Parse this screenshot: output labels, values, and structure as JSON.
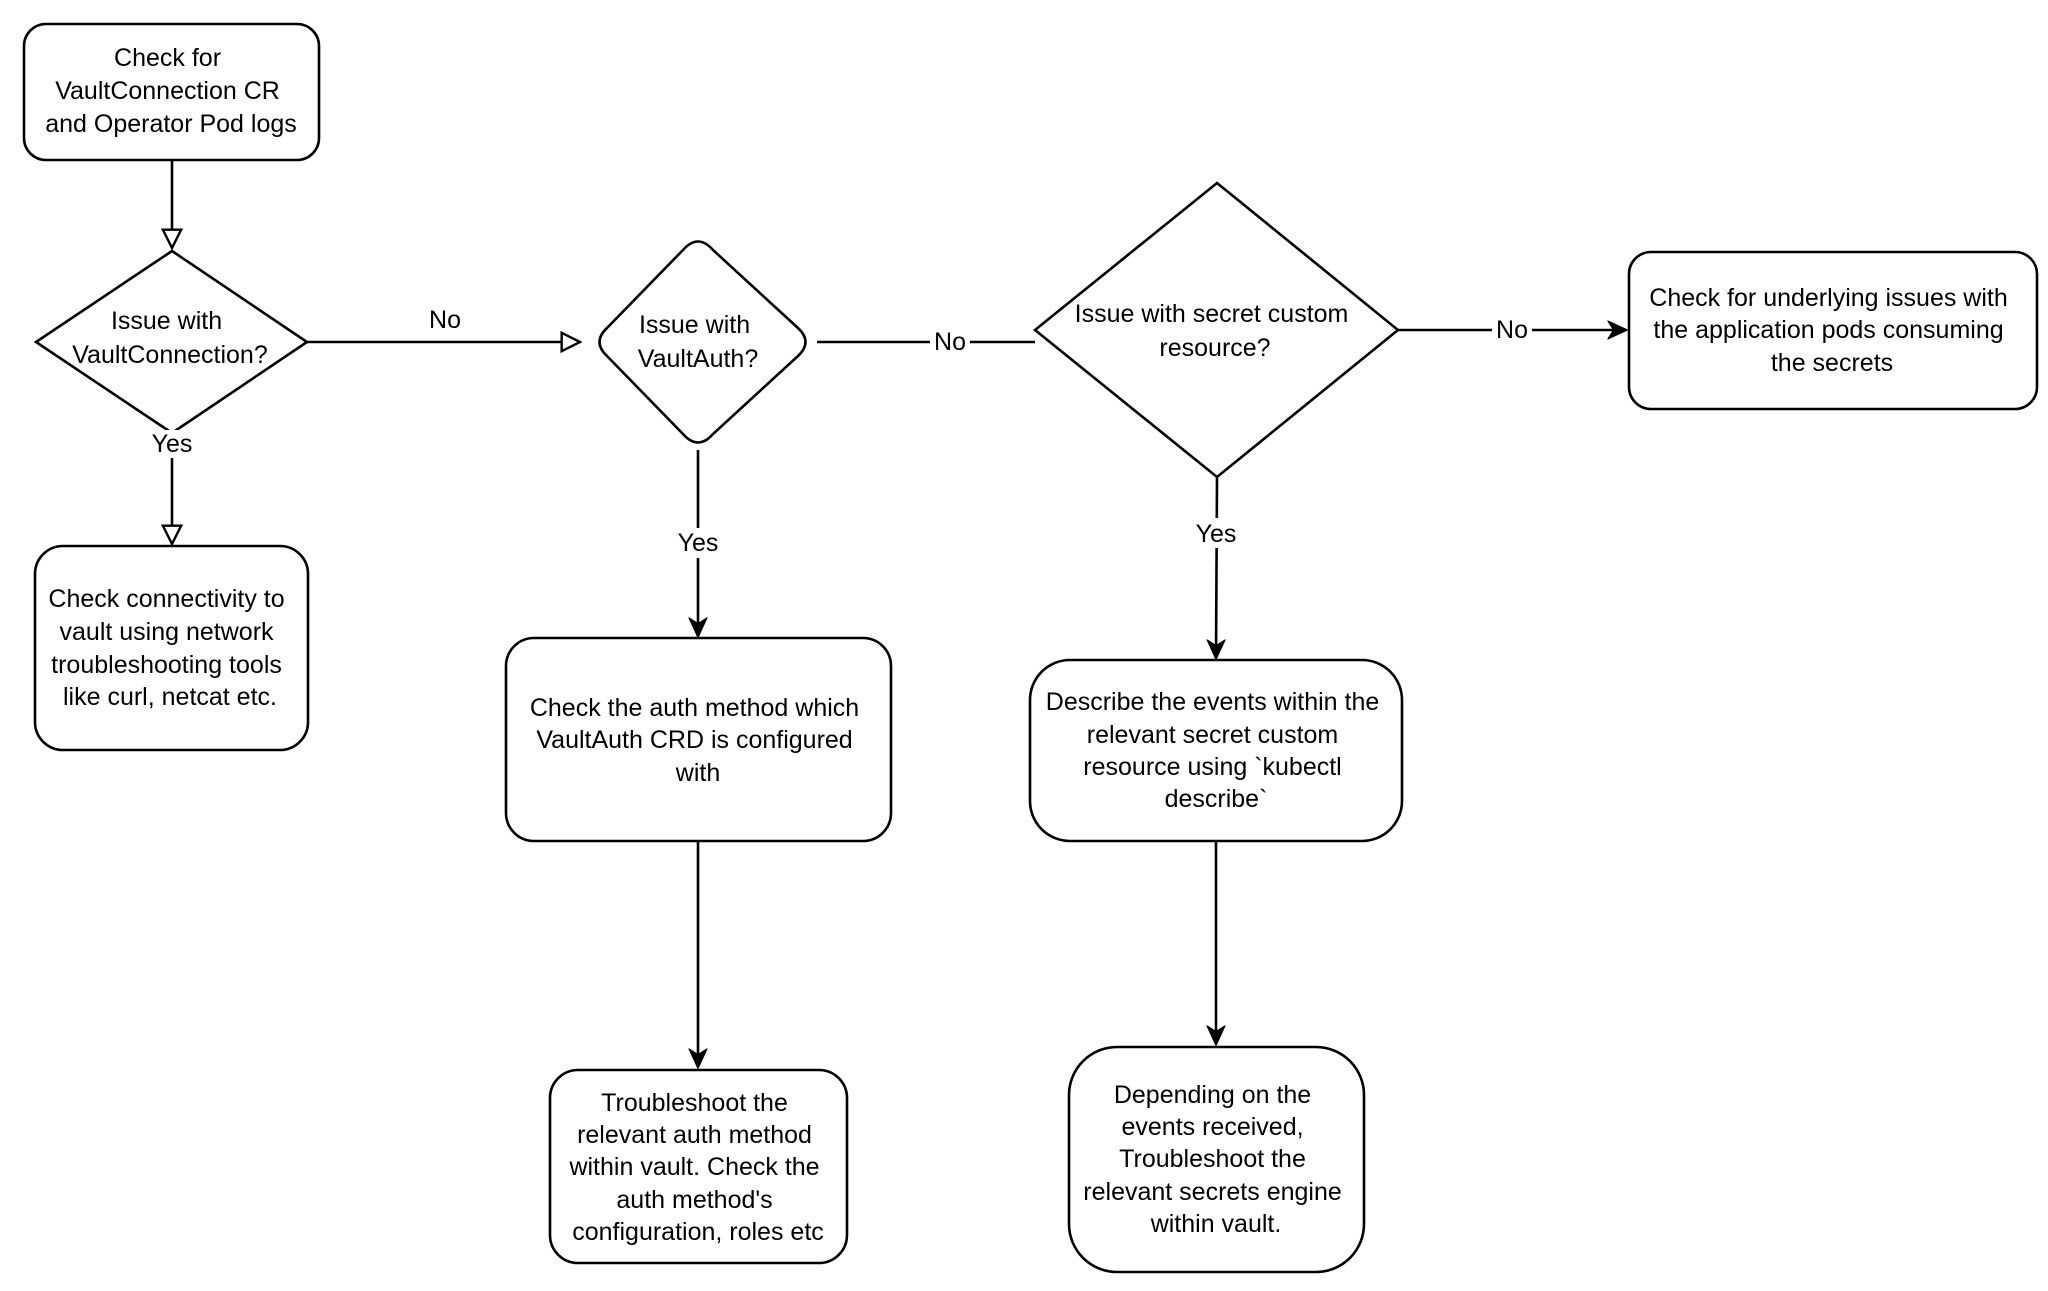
{
  "nodes": {
    "start": {
      "lines": [
        "Check for",
        "VaultConnection CR",
        "and Operator Pod logs"
      ]
    },
    "q_vault_connection": {
      "lines": [
        "Issue with",
        "VaultConnection?"
      ]
    },
    "check_connectivity": {
      "lines": [
        "Check connectivity to",
        "vault using network",
        "troubleshooting tools",
        "like curl, netcat etc."
      ]
    },
    "q_vault_auth": {
      "lines": [
        "Issue with",
        "VaultAuth?"
      ]
    },
    "check_auth_method": {
      "lines": [
        "Check the auth method which",
        "VaultAuth CRD is configured",
        "with"
      ]
    },
    "troubleshoot_auth": {
      "lines": [
        "Troubleshoot the",
        "relevant auth method",
        "within vault. Check the",
        "auth method's",
        "configuration, roles etc"
      ]
    },
    "q_secret_resource": {
      "lines": [
        "Issue with secret custom",
        "resource?"
      ]
    },
    "describe_events": {
      "lines": [
        "Describe the events within the",
        "relevant secret custom",
        "resource using `kubectl",
        "describe`"
      ]
    },
    "troubleshoot_engine": {
      "lines": [
        "Depending on the",
        "events received,",
        "Troubleshoot the",
        "relevant secrets engine",
        "within vault."
      ]
    },
    "check_app_pods": {
      "lines": [
        "Check for underlying issues with",
        "the application pods consuming",
        "the secrets"
      ]
    }
  },
  "edges": {
    "vault_connection_no": {
      "label": "No"
    },
    "vault_connection_yes": {
      "label": "Yes"
    },
    "vault_auth_no": {
      "label": "No"
    },
    "vault_auth_yes": {
      "label": "Yes"
    },
    "secret_resource_no": {
      "label": "No"
    },
    "secret_resource_yes": {
      "label": "Yes"
    }
  }
}
